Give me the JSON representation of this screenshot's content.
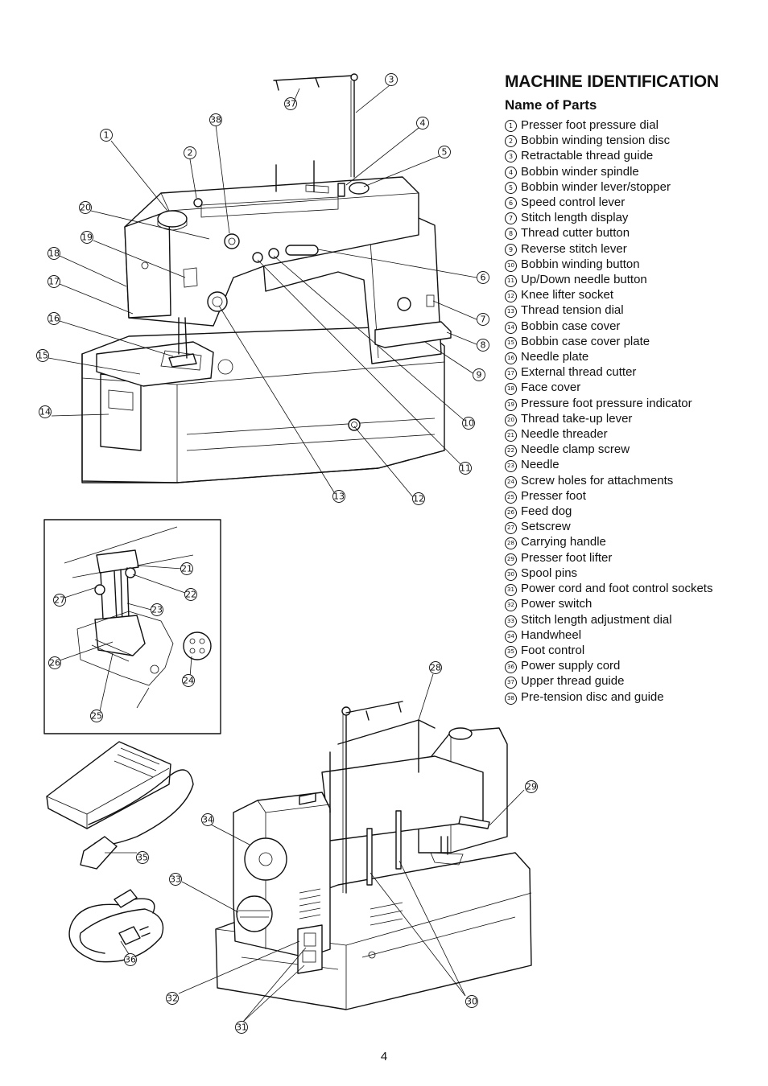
{
  "heading": "MACHINE IDENTIFICATION",
  "subheading": "Name of Parts",
  "parts": [
    {
      "num": "1",
      "label": "Presser foot pressure dial"
    },
    {
      "num": "2",
      "label": "Bobbin winding tension disc"
    },
    {
      "num": "3",
      "label": "Retractable thread guide"
    },
    {
      "num": "4",
      "label": "Bobbin winder spindle"
    },
    {
      "num": "5",
      "label": "Bobbin winder lever/stopper"
    },
    {
      "num": "6",
      "label": "Speed control lever"
    },
    {
      "num": "7",
      "label": "Stitch length display"
    },
    {
      "num": "8",
      "label": "Thread cutter button"
    },
    {
      "num": "9",
      "label": "Reverse stitch lever"
    },
    {
      "num": "10",
      "label": "Bobbin winding button"
    },
    {
      "num": "11",
      "label": "Up/Down needle button"
    },
    {
      "num": "12",
      "label": "Knee lifter socket"
    },
    {
      "num": "13",
      "label": "Thread tension dial"
    },
    {
      "num": "14",
      "label": "Bobbin case cover"
    },
    {
      "num": "15",
      "label": "Bobbin case cover plate"
    },
    {
      "num": "16",
      "label": "Needle plate"
    },
    {
      "num": "17",
      "label": "External thread cutter"
    },
    {
      "num": "18",
      "label": "Face cover"
    },
    {
      "num": "19",
      "label": "Pressure foot pressure indicator"
    },
    {
      "num": "20",
      "label": "Thread take-up lever"
    },
    {
      "num": "21",
      "label": "Needle threader"
    },
    {
      "num": "22",
      "label": "Needle clamp screw"
    },
    {
      "num": "23",
      "label": "Needle"
    },
    {
      "num": "24",
      "label": "Screw holes for attachments"
    },
    {
      "num": "25",
      "label": "Presser foot"
    },
    {
      "num": "26",
      "label": "Feed dog"
    },
    {
      "num": "27",
      "label": "Setscrew"
    },
    {
      "num": "28",
      "label": "Carrying handle"
    },
    {
      "num": "29",
      "label": "Presser foot lifter"
    },
    {
      "num": "30",
      "label": "Spool pins"
    },
    {
      "num": "31",
      "label": "Power cord and foot control sockets"
    },
    {
      "num": "32",
      "label": "Power switch"
    },
    {
      "num": "33",
      "label": "Stitch length adjustment dial"
    },
    {
      "num": "34",
      "label": "Handwheel"
    },
    {
      "num": "35",
      "label": "Foot control"
    },
    {
      "num": "36",
      "label": "Power supply cord"
    },
    {
      "num": "37",
      "label": "Upper thread guide"
    },
    {
      "num": "38",
      "label": "Pre-tension disc and guide"
    }
  ],
  "page_number": "4"
}
